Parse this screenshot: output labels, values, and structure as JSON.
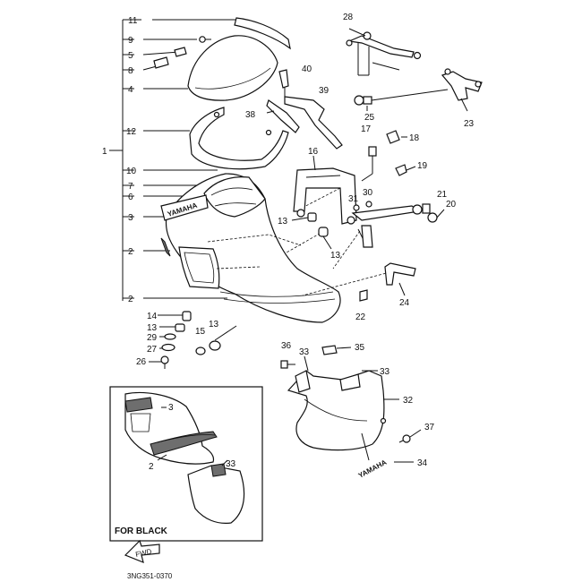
{
  "labels": {
    "l11": "11",
    "l9": "9",
    "l5": "5",
    "l8": "8",
    "l4": "4",
    "l12": "12",
    "l1": "1",
    "l10": "10",
    "l7": "7",
    "l6": "6",
    "l3": "3",
    "l2a": "2",
    "l2b": "2",
    "l28": "28",
    "l40": "40",
    "l39": "39",
    "l38": "38",
    "l25": "25",
    "l23": "23",
    "l17": "17",
    "l18": "18",
    "l16": "16",
    "l19": "19",
    "l30": "30",
    "l31": "31",
    "l21": "21",
    "l20": "20",
    "l13a": "13",
    "l13b": "13",
    "l13c": "13",
    "l13d": "13",
    "l24": "24",
    "l22": "22",
    "l14": "14",
    "l29": "29",
    "l27": "27",
    "l26": "26",
    "l15": "15",
    "l36": "36",
    "l33a": "33",
    "l35": "35",
    "l33b": "33",
    "l32": "32",
    "l37": "37",
    "l34": "34",
    "i3": "3",
    "i2": "2",
    "i33": "33"
  },
  "brand_text": "YAMAHA",
  "inset_title": "FOR BLACK",
  "fwd_text": "FWD",
  "figure_code": "3NG351-0370"
}
